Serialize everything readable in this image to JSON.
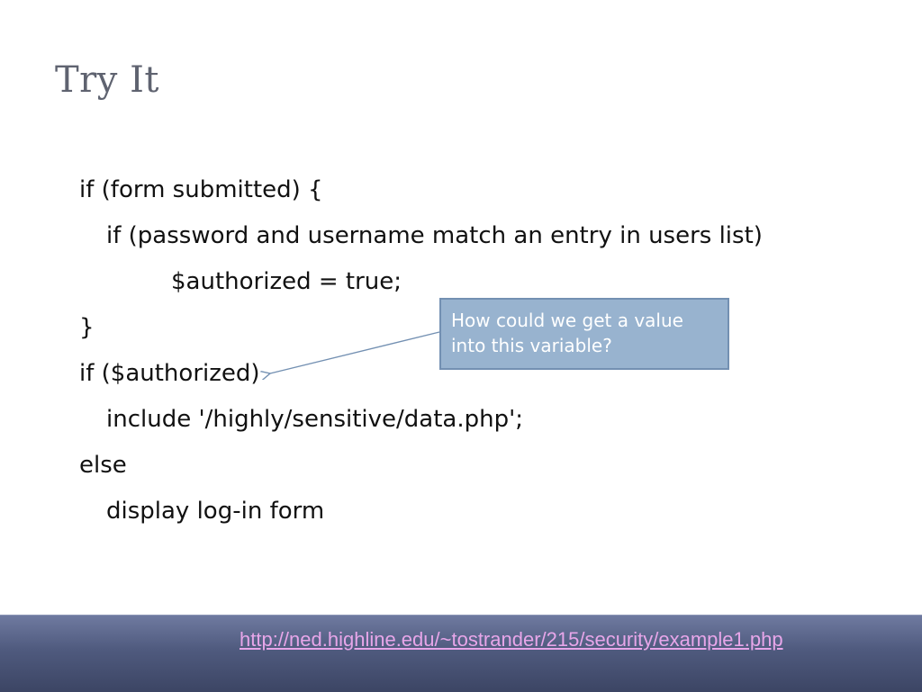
{
  "slide": {
    "title": "Try It",
    "code_lines": [
      "if (form submitted) {",
      "if (password and username match an entry in users list)",
      "$authorized = true;",
      "}",
      "if ($authorized)",
      "include '/highly/sensitive/data.php';",
      "else",
      "display log-in form"
    ],
    "callout": {
      "line1": "How could we get a value",
      "line2": "into this variable?"
    },
    "footer": {
      "link_text": "http://ned.highline.edu/~tostrander/215/security/example1.php"
    }
  },
  "colors": {
    "title": "#5f6370",
    "callout_fill": "#98b3cf",
    "callout_border": "#7390b2",
    "link": "#e7a6e9",
    "footer_bar": "#4f5a7e"
  }
}
